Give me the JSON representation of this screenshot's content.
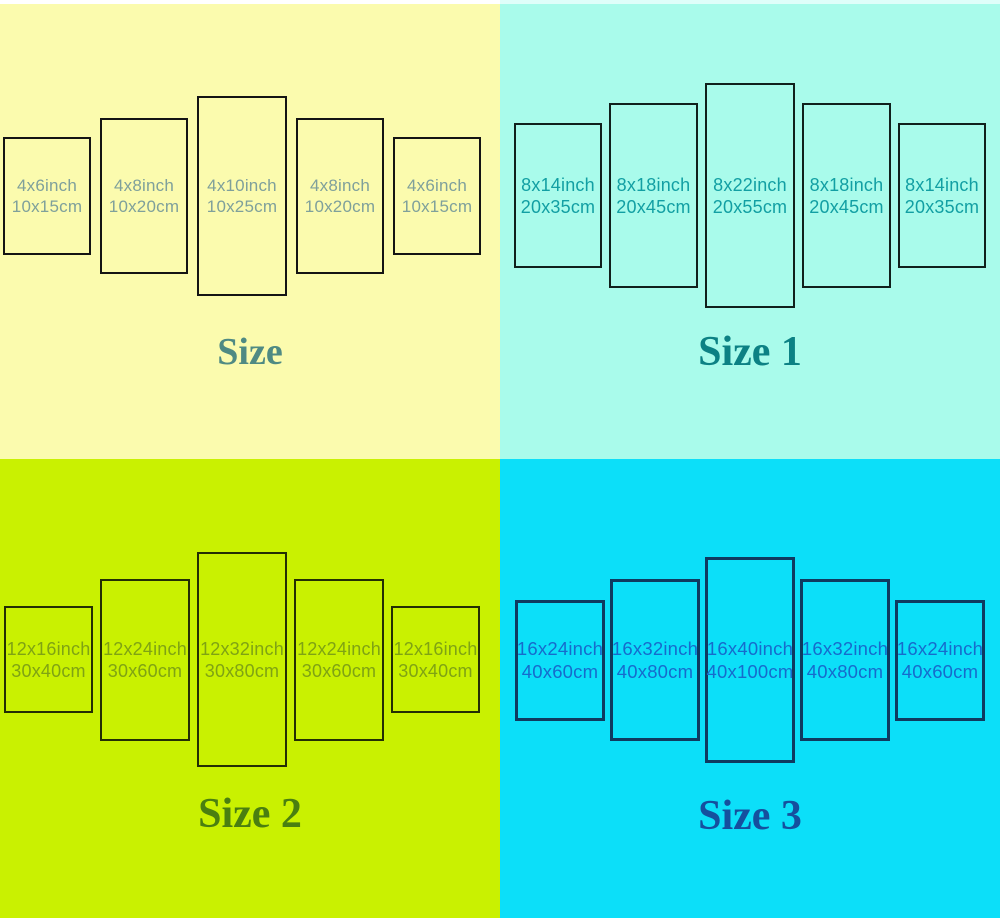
{
  "top_strip": {
    "left_color": "#ffffff",
    "right_color": "#dffefa"
  },
  "quadrants": [
    {
      "title": "Size",
      "bg": "#fbfbae",
      "panel_border": "#141414",
      "label_color": "#7fa09b",
      "title_color": "#4f8a83",
      "panels": [
        {
          "inch": "4x6inch",
          "cm": "10x15cm"
        },
        {
          "inch": "4x8inch",
          "cm": "10x20cm"
        },
        {
          "inch": "4x10inch",
          "cm": "10x25cm"
        },
        {
          "inch": "4x8inch",
          "cm": "10x20cm"
        },
        {
          "inch": "4x6inch",
          "cm": "10x15cm"
        }
      ]
    },
    {
      "title": "Size 1",
      "bg": "#a9fbeb",
      "panel_border": "#10201c",
      "label_color": "#129fa3",
      "title_color": "#0c8184",
      "panels": [
        {
          "inch": "8x14inch",
          "cm": "20x35cm"
        },
        {
          "inch": "8x18inch",
          "cm": "20x45cm"
        },
        {
          "inch": "8x22inch",
          "cm": "20x55cm"
        },
        {
          "inch": "8x18inch",
          "cm": "20x45cm"
        },
        {
          "inch": "8x14inch",
          "cm": "20x35cm"
        }
      ]
    },
    {
      "title": "Size 2",
      "bg": "#c9f101",
      "panel_border": "#232e04",
      "label_color": "#7fa313",
      "title_color": "#4a7f10",
      "panels": [
        {
          "inch": "12x16inch",
          "cm": "30x40cm"
        },
        {
          "inch": "12x24inch",
          "cm": "30x60cm"
        },
        {
          "inch": "12x32inch",
          "cm": "30x80cm"
        },
        {
          "inch": "12x24inch",
          "cm": "30x60cm"
        },
        {
          "inch": "12x16inch",
          "cm": "30x40cm"
        }
      ]
    },
    {
      "title": "Size 3",
      "bg": "#0cdff9",
      "panel_border": "#0f3a60",
      "label_color": "#166bcc",
      "title_color": "#15509e",
      "panels": [
        {
          "inch": "16x24inch",
          "cm": "40x60cm"
        },
        {
          "inch": "16x32inch",
          "cm": "40x80cm"
        },
        {
          "inch": "16x40inch",
          "cm": "40x100cm"
        },
        {
          "inch": "16x32inch",
          "cm": "40x80cm"
        },
        {
          "inch": "16x24inch",
          "cm": "40x60cm"
        }
      ]
    }
  ]
}
